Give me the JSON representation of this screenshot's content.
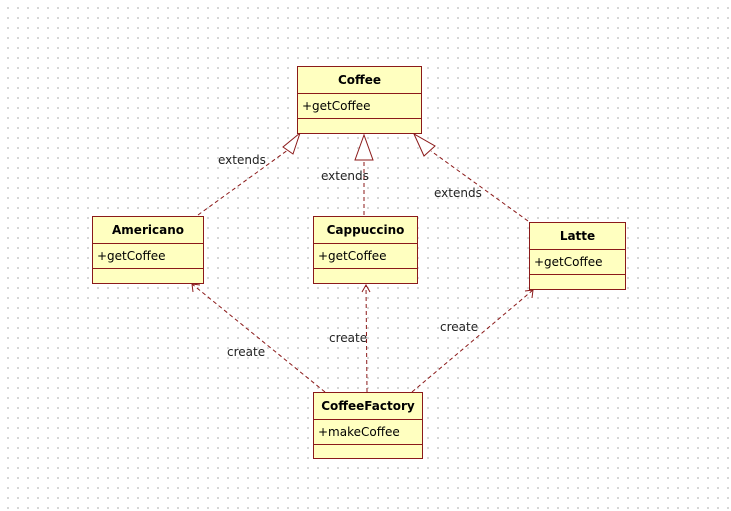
{
  "diagram": {
    "classes": {
      "coffee": {
        "name": "Coffee",
        "operation": "+getCoffee"
      },
      "americano": {
        "name": "Americano",
        "operation": "+getCoffee"
      },
      "cappuccino": {
        "name": "Cappuccino",
        "operation": "+getCoffee"
      },
      "latte": {
        "name": "Latte",
        "operation": "+getCoffee"
      },
      "factory": {
        "name": "CoffeeFactory",
        "operation": "+makeCoffee"
      }
    },
    "relations": {
      "americano_extends": "extends",
      "cappuccino_extends": "extends",
      "latte_extends": "extends",
      "create_americano": "create",
      "create_cappuccino": "create",
      "create_latte": "create"
    },
    "colors": {
      "class_fill": "#ffffc0",
      "class_border": "#8b1a1a",
      "edge": "#8b1a1a"
    }
  }
}
